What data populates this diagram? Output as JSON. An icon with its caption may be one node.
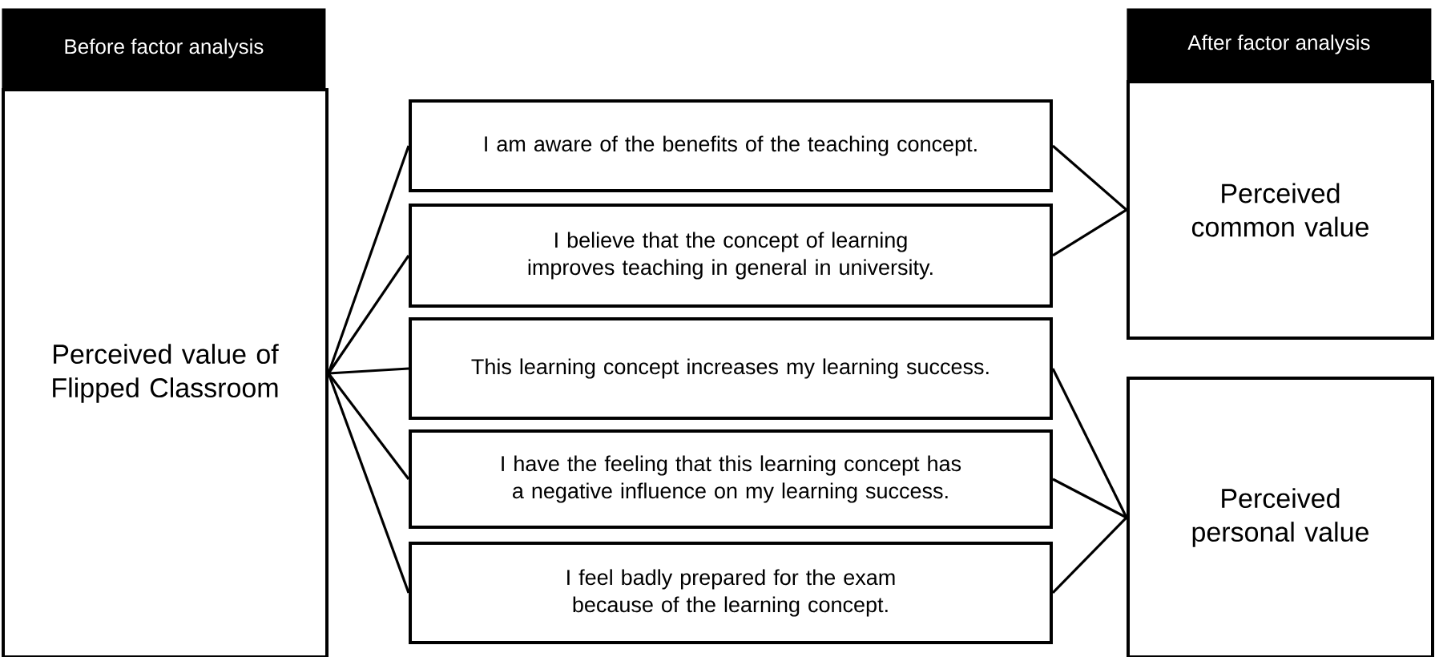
{
  "diagram": {
    "nodes": [
      {
        "text": [
          "Before factor analysis",
          "Perceived value of Flipped Classroom"
        ]
      },
      {
        "text": [
          "I am aware of the benefits of the teaching concept."
        ]
      },
      {
        "text": [
          "I believe that the concept of learning improves teaching in general in university."
        ]
      },
      {
        "text": [
          "This learning concept increases my learning success."
        ]
      },
      {
        "text": [
          "I have the feeling that this learning concept has a negative influence on my learning success."
        ]
      },
      {
        "text": [
          "I feel badly prepared for the exam because of the learning concept."
        ]
      },
      {
        "text": [
          "After factor analysis",
          "Perceived common value"
        ]
      },
      {
        "text": [
          "Perceived personal value"
        ]
      }
    ],
    "edges": [
      {
        "from": 0,
        "to": 1,
        "arrow": "none"
      },
      {
        "from": 0,
        "to": 2,
        "arrow": "none"
      },
      {
        "from": 0,
        "to": 3,
        "arrow": "none"
      },
      {
        "from": 0,
        "to": 4,
        "arrow": "none"
      },
      {
        "from": 0,
        "to": 5,
        "arrow": "none"
      },
      {
        "from": 1,
        "to": 6,
        "arrow": "none"
      },
      {
        "from": 2,
        "to": 6,
        "arrow": "none"
      },
      {
        "from": 3,
        "to": 7,
        "arrow": "none"
      },
      {
        "from": 4,
        "to": 7,
        "arrow": "none"
      },
      {
        "from": 5,
        "to": 7,
        "arrow": "none"
      }
    ]
  }
}
